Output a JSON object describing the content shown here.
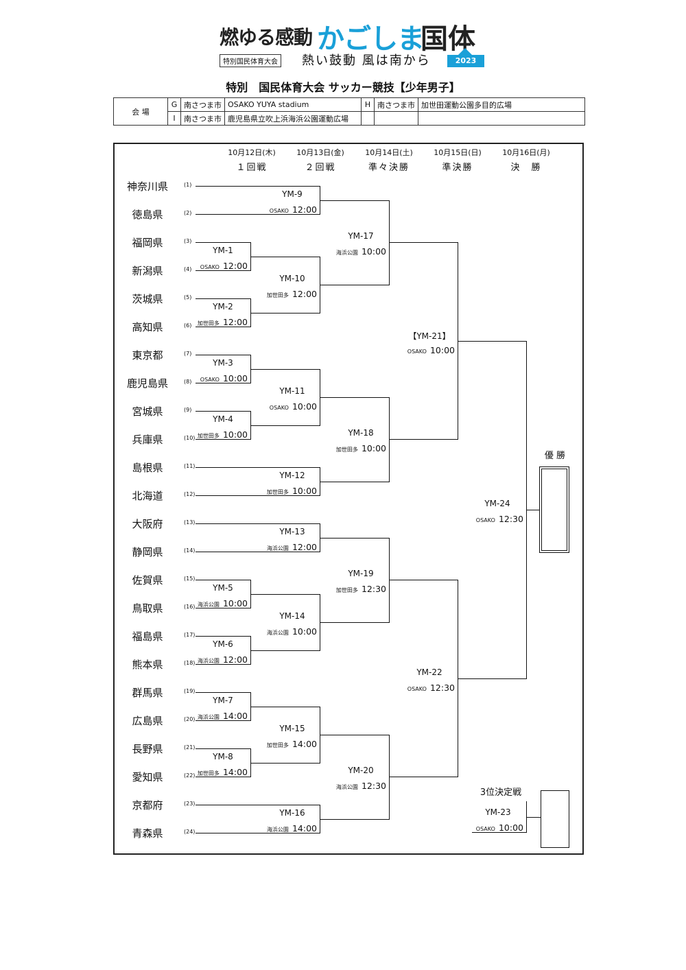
{
  "header": {
    "logo_main_1": "燃ゆる感動",
    "logo_main_2": "かごしま",
    "logo_main_3": "国体",
    "logo_sub": "特別国民体育大会",
    "logo_slogan": "熱い鼓動 風は南から",
    "logo_year": "2023",
    "title": "特別　国民体育大会 サッカー競技【少年男子】"
  },
  "venues": {
    "label": "会 場",
    "rows": [
      {
        "code": "G",
        "city": "南さつま市",
        "name": "OSAKO YUYA stadium",
        "code2": "H",
        "city2": "南さつま市",
        "name2": "加世田運動公園多目的広場"
      },
      {
        "code": "I",
        "city": "南さつま市",
        "name": "鹿児島県立吹上浜海浜公園運動広場",
        "code2": "",
        "city2": "",
        "name2": ""
      }
    ]
  },
  "rounds": [
    {
      "date": "10月12日(木)",
      "name": "１回戦"
    },
    {
      "date": "10月13日(金)",
      "name": "２回戦"
    },
    {
      "date": "10月14日(土)",
      "name": "準々決勝"
    },
    {
      "date": "10月15日(日)",
      "name": "準決勝"
    },
    {
      "date": "10月16日(月)",
      "name": "決　勝"
    }
  ],
  "teams": [
    {
      "name": "神奈川県",
      "num": "(1)"
    },
    {
      "name": "徳島県",
      "num": "(2)"
    },
    {
      "name": "福岡県",
      "num": "(3)"
    },
    {
      "name": "新潟県",
      "num": "(4)"
    },
    {
      "name": "茨城県",
      "num": "(5)"
    },
    {
      "name": "高知県",
      "num": "(6)"
    },
    {
      "name": "東京都",
      "num": "(7)"
    },
    {
      "name": "鹿児島県",
      "num": "(8)"
    },
    {
      "name": "宮城県",
      "num": "(9)"
    },
    {
      "name": "兵庫県",
      "num": "(10)"
    },
    {
      "name": "島根県",
      "num": "(11)"
    },
    {
      "name": "北海道",
      "num": "(12)"
    },
    {
      "name": "大阪府",
      "num": "(13)"
    },
    {
      "name": "静岡県",
      "num": "(14)"
    },
    {
      "name": "佐賀県",
      "num": "(15)"
    },
    {
      "name": "鳥取県",
      "num": "(16)"
    },
    {
      "name": "福島県",
      "num": "(17)"
    },
    {
      "name": "熊本県",
      "num": "(18)"
    },
    {
      "name": "群馬県",
      "num": "(19)"
    },
    {
      "name": "広島県",
      "num": "(20)"
    },
    {
      "name": "長野県",
      "num": "(21)"
    },
    {
      "name": "愛知県",
      "num": "(22)"
    },
    {
      "name": "京都府",
      "num": "(23)"
    },
    {
      "name": "青森県",
      "num": "(24)"
    }
  ],
  "matches": [
    {
      "id": "YM-1",
      "venue": "OSAKO",
      "time": "12:00"
    },
    {
      "id": "YM-2",
      "venue": "加世田多",
      "time": "12:00"
    },
    {
      "id": "YM-3",
      "venue": "OSAKO",
      "time": "10:00"
    },
    {
      "id": "YM-4",
      "venue": "加世田多",
      "time": "10:00"
    },
    {
      "id": "YM-5",
      "venue": "海浜公園",
      "time": "10:00"
    },
    {
      "id": "YM-6",
      "venue": "海浜公園",
      "time": "12:00"
    },
    {
      "id": "YM-7",
      "venue": "海浜公園",
      "time": "14:00"
    },
    {
      "id": "YM-8",
      "venue": "加世田多",
      "time": "14:00"
    },
    {
      "id": "YM-9",
      "venue": "OSAKO",
      "time": "12:00"
    },
    {
      "id": "YM-10",
      "venue": "加世田多",
      "time": "12:00"
    },
    {
      "id": "YM-11",
      "venue": "OSAKO",
      "time": "10:00"
    },
    {
      "id": "YM-12",
      "venue": "加世田多",
      "time": "10:00"
    },
    {
      "id": "YM-13",
      "venue": "海浜公園",
      "time": "12:00"
    },
    {
      "id": "YM-14",
      "venue": "海浜公園",
      "time": "10:00"
    },
    {
      "id": "YM-15",
      "venue": "加世田多",
      "time": "14:00"
    },
    {
      "id": "YM-16",
      "venue": "海浜公園",
      "time": "14:00"
    },
    {
      "id": "YM-17",
      "venue": "海浜公園",
      "time": "10:00"
    },
    {
      "id": "YM-18",
      "venue": "加世田多",
      "time": "10:00"
    },
    {
      "id": "YM-19",
      "venue": "加世田多",
      "time": "12:30"
    },
    {
      "id": "YM-20",
      "venue": "海浜公園",
      "time": "12:30"
    },
    {
      "id": "【YM-21】",
      "venue": "OSAKO",
      "time": "10:00"
    },
    {
      "id": "YM-22",
      "venue": "OSAKO",
      "time": "12:30"
    },
    {
      "id": "YM-24",
      "venue": "OSAKO",
      "time": "12:30"
    },
    {
      "id": "YM-23",
      "venue": "OSAKO",
      "time": "10:00"
    }
  ],
  "labels": {
    "champion": "優 勝",
    "third_place": "3位決定戦"
  }
}
